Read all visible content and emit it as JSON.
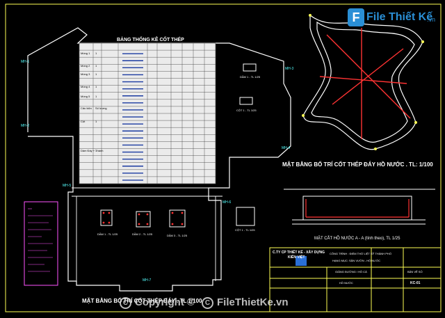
{
  "drawing": {
    "table_title": "BẢNG THỐNG KÊ CỐT THÉP",
    "plan_title_top_right": "MẶT BẰNG BỐ TRÍ CỐT THÉP ĐÁY HỒ NƯỚC . TL: 1/100",
    "plan_title_bottom_left": "MẶT BẰNG BỐ TRÍ CỐT THÉP ĐÁY . TL 1/100",
    "section_title": "MẶT CẮT HỒ NƯỚC A - A (tính theo), TL 1/25",
    "details": [
      {
        "label": "DẦM 1 - TL 1/25"
      },
      {
        "label": "DẦM 2 - TL 1/25"
      },
      {
        "label": "DẦM 3 - TL 1/25"
      },
      {
        "label": "CỘT 1 - TL 1/25"
      },
      {
        "label": "DẦM 1 - TL 1/25"
      },
      {
        "label": "CỘT 1 - TL 1/25"
      }
    ],
    "axis_labels": [
      "MH-1",
      "MH-2",
      "MH-3",
      "MH-4",
      "MH-5",
      "MH-6",
      "MH-7"
    ],
    "table_rows": [
      {
        "ten": "Móng 1",
        "sl": "1"
      },
      {
        "ten": "Móng 2",
        "sl": "1"
      },
      {
        "ten": "Móng 3",
        "sl": "1"
      },
      {
        "ten": "Móng 4",
        "sl": "1"
      },
      {
        "ten": "Móng 5",
        "sl": "1"
      },
      {
        "ten": "Cấu kiện",
        "sl": "Số lượng"
      },
      {
        "ten": "Cột",
        "sl": "1"
      },
      {
        "ten": "Dầm Đáy + Thành",
        "sl": "1"
      }
    ]
  },
  "title_block": {
    "company": "C.TY CP THIẾT KẾ - XÂY DỰNG",
    "company_sub": "KIẾN VIỆT",
    "project": "CÔNG TRÌNH : ĐIỂM THỜ LIỆT SỸ THÀNH PHỐ",
    "item": "HẠNG MỤC: SÂN VƯỜN - HỒ NƯỚC",
    "drawing_name": "GIẢNG ĐƯỜNG / HỒ CÁ",
    "stage": "HỒ NƯỚC",
    "sheet_label": "BẢN VẼ SỐ",
    "sheet_no": "KC-01"
  },
  "watermark": {
    "logo_mark": "F",
    "logo_text": "File Thiết Kế",
    "logo_domain": ".vn",
    "copyright_left": "Copyright ©",
    "copyright_right": "FileThietKe.vn"
  },
  "colors": {
    "background": "#000000",
    "line_white": "#ffffff",
    "rebar_red": "#ff3333",
    "frame_yellow": "#ffff55",
    "dim_cyan": "#55ffff",
    "note_magenta": "#ff55ff",
    "logo_blue": "#2a8fd6"
  }
}
